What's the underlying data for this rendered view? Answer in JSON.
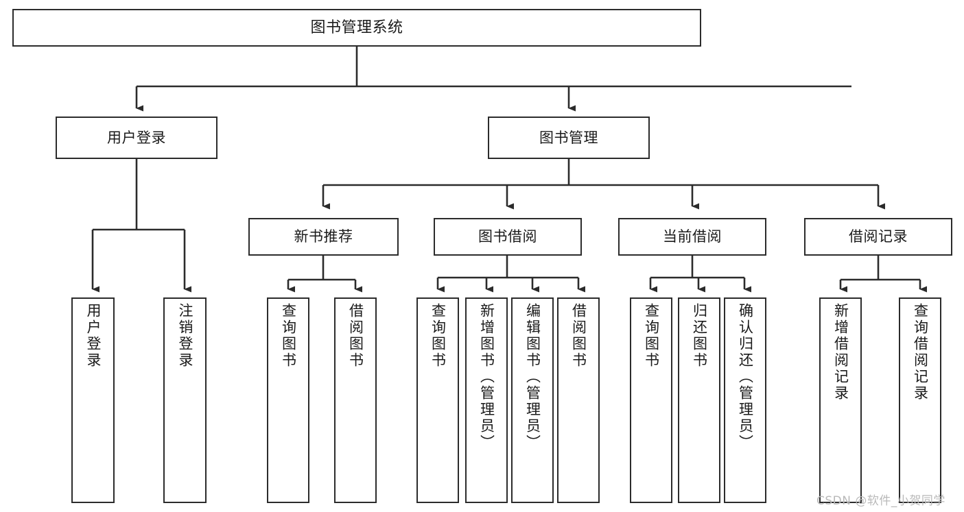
{
  "diagram": {
    "title": "图书管理系统",
    "type": "tree-hierarchy",
    "orientation": "top-down",
    "theme": {
      "background": "#ffffff",
      "node_border": "#2b2b2b",
      "node_fill": "#ffffff",
      "edge_color": "#2b2b2b",
      "text_color": "#1a1a1a",
      "watermark_color": "#b9b9b9"
    }
  },
  "nodes": {
    "root": {
      "label": "图书管理系统"
    },
    "level1": [
      {
        "label": "用户登录"
      },
      {
        "label": "图书管理"
      }
    ],
    "level2": [
      {
        "label": "新书推荐"
      },
      {
        "label": "图书借阅"
      },
      {
        "label": "当前借阅"
      },
      {
        "label": "借阅记录"
      }
    ],
    "leaves": {
      "user_login": [
        {
          "label": "用户登录"
        },
        {
          "label": "注销登录"
        }
      ],
      "new_book_recommend": [
        {
          "label": "查询图书"
        },
        {
          "label": "借阅图书"
        }
      ],
      "book_borrow": [
        {
          "label": "查询图书"
        },
        {
          "label": "新增图书（管理员）"
        },
        {
          "label": "编辑图书（管理员）"
        },
        {
          "label": "借阅图书"
        }
      ],
      "current_borrow": [
        {
          "label": "查询图书"
        },
        {
          "label": "归还图书"
        },
        {
          "label": "确认归还（管理员）"
        }
      ],
      "borrow_record": [
        {
          "label": "新增借阅记录"
        },
        {
          "label": "查询借阅记录"
        }
      ]
    }
  },
  "watermark": {
    "text": "CSDN @软件_小贺同学"
  }
}
